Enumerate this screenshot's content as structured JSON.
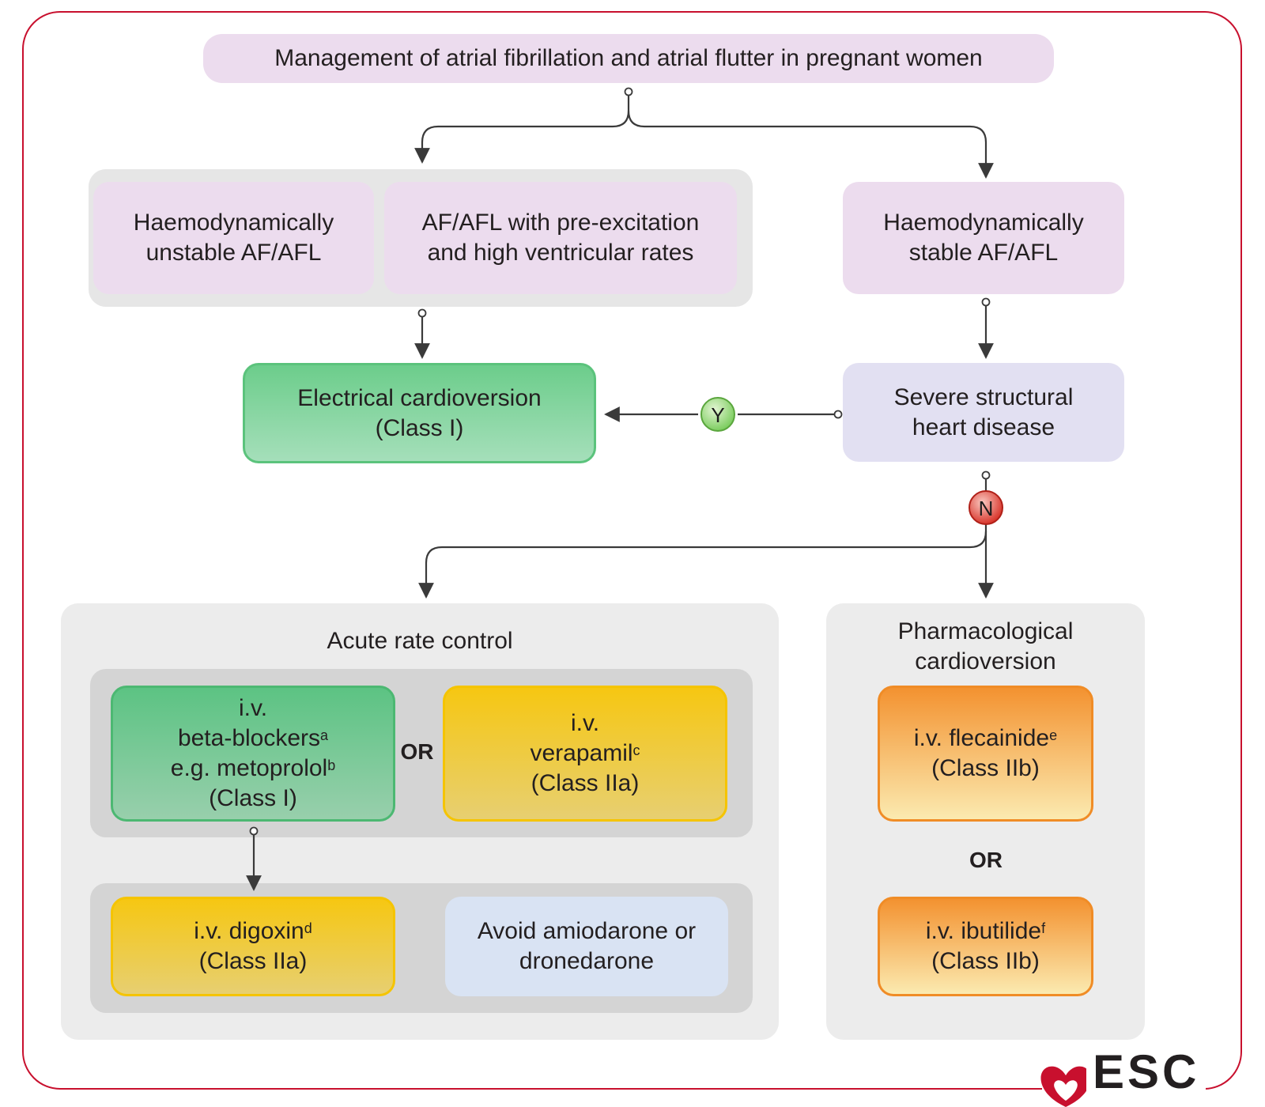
{
  "title": "Management of atrial fibrillation and atrial flutter in pregnant women",
  "nodes": {
    "unstable": [
      "Haemodynamically",
      "unstable AF/AFL"
    ],
    "preexcitation": [
      "AF/AFL with pre-excitation",
      "and high ventricular rates"
    ],
    "stable": [
      "Haemodynamically",
      "stable AF/AFL"
    ],
    "electrical": [
      "Electrical cardioversion",
      "(Class I)"
    ],
    "structural": [
      "Severe structural",
      "heart disease"
    ],
    "acute_rate_control": "Acute rate control",
    "beta_blockers": {
      "line1": "i.v.",
      "line2": "beta-blockers",
      "line2_sup": "a",
      "line3": "e.g. metoprolol",
      "line3_sup": "b",
      "line4": "(Class I)"
    },
    "verapamil": {
      "line1": "i.v.",
      "line2": "verapamil",
      "line2_sup": "c",
      "line3": "(Class IIa)"
    },
    "digoxin": {
      "line1": "i.v. digoxin",
      "line1_sup": "d",
      "line2": "(Class IIa)"
    },
    "avoid": [
      "Avoid amiodarone or",
      "dronedarone"
    ],
    "pharmacological": [
      "Pharmacological",
      "cardioversion"
    ],
    "flecainide": {
      "line1": "i.v. flecainide",
      "line1_sup": "e",
      "line2": "(Class IIb)"
    },
    "ibutilide": {
      "line1": "i.v. ibutilide",
      "line1_sup": "f",
      "line2": "(Class IIb)"
    }
  },
  "or_label": "OR",
  "decisions": {
    "yes": "Y",
    "no": "N"
  },
  "logo": {
    "text": "ESC",
    "color": "#c8102e"
  },
  "colors": {
    "frame": "#c8102e",
    "green": "#5bc37c",
    "yellow": "#f5c400",
    "orange": "#f08c26",
    "pink": "#ecdcee",
    "lavender": "#e2e0f2",
    "arrow": "#3a3a3a"
  }
}
